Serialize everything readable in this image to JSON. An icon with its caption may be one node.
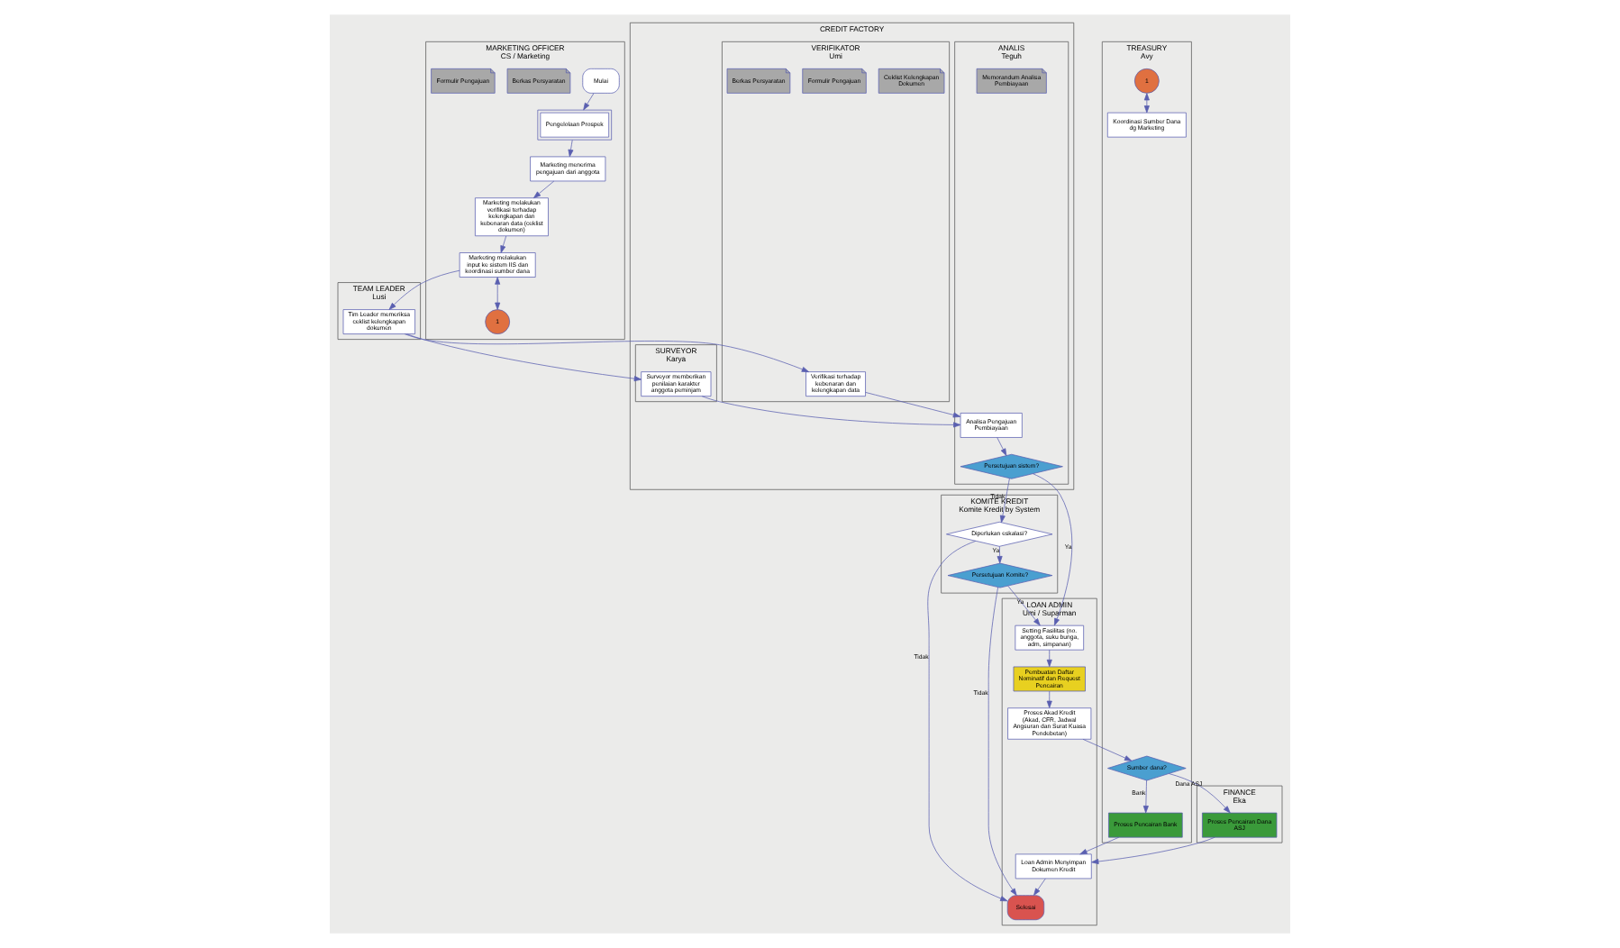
{
  "diagram": {
    "nodes": [
      {
        "text": [
          "MARKETING OFFICER",
          "CS / Marketing"
        ]
      },
      {
        "text": [
          "TEAM LEADER",
          "Lusi"
        ]
      },
      {
        "text": [
          "CREDIT FACTORY"
        ]
      },
      {
        "text": [
          "SURVEYOR",
          "Karya"
        ],
        "in": 2
      },
      {
        "text": [
          "VERIFIKATOR",
          "Umi"
        ],
        "in": 2
      },
      {
        "text": [
          "ANALIS",
          "Teguh"
        ],
        "in": 2
      },
      {
        "text": [
          "KOMITE KREDIT",
          "Komite Kredit by System"
        ]
      },
      {
        "text": [
          "LOAN ADMIN",
          "Umi / Suparman"
        ]
      },
      {
        "text": [
          "TREASURY",
          "Avy"
        ]
      },
      {
        "text": [
          "FINANCE",
          "Eka"
        ]
      },
      {
        "text": [
          "Mulai"
        ],
        "in": 0
      },
      {
        "text": [
          "Pengelolaan Prospek"
        ],
        "in": 0
      },
      {
        "text": [
          "Marketing menerima pengajuan dari anggota"
        ],
        "in": 0
      },
      {
        "text": [
          "Berkas Persyaratan"
        ],
        "in": 0
      },
      {
        "text": [
          "Formulir Pengajuan"
        ],
        "in": 0
      },
      {
        "text": [
          "Marketing melakukan verifikasi terhadap kelengkapan dan kebenaran data (ceklist dokumen)"
        ],
        "in": 0
      },
      {
        "text": [
          "Marketing melakukan input ke sistem IIS dan koordinasi sumber dana"
        ],
        "in": 0
      },
      {
        "text": [
          "1"
        ],
        "in": 0
      },
      {
        "text": [
          "Tim Leader memeriksa ceklist kelengkapan dokumen"
        ],
        "in": 1
      },
      {
        "text": [
          "Surveyor memberikan penilaian karakter anggota peminjam"
        ],
        "in": 3
      },
      {
        "text": [
          "Verifikasi terhadap kebenaran dan kelengkapan data"
        ],
        "in": 4
      },
      {
        "text": [
          "Ceklist Kelengkapan Dokumen"
        ],
        "in": 4
      },
      {
        "text": [
          "Formulir Pengajuan"
        ],
        "in": 4
      },
      {
        "text": [
          "Berkas Persyaratan"
        ],
        "in": 4
      },
      {
        "text": [
          "Analisa Pengajuan Pembiayaan"
        ],
        "in": 5
      },
      {
        "text": [
          "Persetujuan sistem?"
        ],
        "in": 5
      },
      {
        "text": [
          "Memorandum Analisa Pembiayaan"
        ],
        "in": 5
      },
      {
        "text": [
          "Diperlukan eskalasi?"
        ],
        "in": 6
      },
      {
        "text": [
          "Persetujuan Komite?"
        ],
        "in": 6
      },
      {
        "text": [
          "Selesai"
        ],
        "in": 7
      },
      {
        "text": [
          "Loan Admin Menyimpan Dokumen Kredit"
        ],
        "in": 7
      },
      {
        "text": [
          "Setting Fasilitas (no. anggota, suku bunga, adm, simpanan)"
        ],
        "in": 7
      },
      {
        "text": [
          "Pembuatan Daftar Nominatif dan Request Pencairan"
        ],
        "in": 7
      },
      {
        "text": [
          "Proses Akad Kredit (Akad, CFR, Jadwal Angsuran dan Surat Kuasa Pendebetan)"
        ],
        "in": 7
      },
      {
        "text": [
          "1"
        ],
        "in": 8
      },
      {
        "text": [
          "Koordinasi Sumber Dana dg Marketing"
        ],
        "in": 8
      },
      {
        "text": [
          "Proses Pencairan Bank"
        ],
        "in": 8
      },
      {
        "text": [
          "Sumber dana?"
        ],
        "in": 8
      },
      {
        "text": [
          "Proses Pencairan Dana ASJ"
        ],
        "in": 9
      }
    ],
    "edges": [
      {
        "from": 10,
        "to": 11,
        "arrow": "to"
      },
      {
        "from": 11,
        "to": 12,
        "arrow": "to"
      },
      {
        "from": 12,
        "to": 15,
        "arrow": "to"
      },
      {
        "from": 15,
        "to": 16,
        "arrow": "to"
      },
      {
        "from": 16,
        "to": 17,
        "arrow": "both"
      },
      {
        "from": 16,
        "to": 18,
        "arrow": "to"
      },
      {
        "from": 18,
        "to": 19,
        "arrow": "to"
      },
      {
        "from": 18,
        "to": 20,
        "arrow": "to"
      },
      {
        "from": 19,
        "to": 24,
        "arrow": "to"
      },
      {
        "from": 20,
        "to": 24,
        "arrow": "to"
      },
      {
        "from": 24,
        "to": 25,
        "arrow": "to"
      },
      {
        "from": 25,
        "to": 27,
        "label": "Tidak",
        "arrow": "to"
      },
      {
        "from": 25,
        "to": 31,
        "label": "Ya",
        "arrow": "to"
      },
      {
        "from": 27,
        "to": 29,
        "label": "Tidak",
        "arrow": "to"
      },
      {
        "from": 27,
        "to": 28,
        "label": "Ya",
        "arrow": "to"
      },
      {
        "from": 28,
        "to": 29,
        "label": "Tidak",
        "arrow": "to"
      },
      {
        "from": 28,
        "to": 31,
        "label": "Ya",
        "arrow": "to"
      },
      {
        "from": 31,
        "to": 32,
        "arrow": "to"
      },
      {
        "from": 32,
        "to": 33,
        "arrow": "to"
      },
      {
        "from": 33,
        "to": 37,
        "arrow": "to"
      },
      {
        "from": 37,
        "to": 36,
        "label": "Bank",
        "arrow": "to"
      },
      {
        "from": 37,
        "to": 38,
        "label": "Dana ASJ",
        "arrow": "to"
      },
      {
        "from": 36,
        "to": 30,
        "arrow": "to"
      },
      {
        "from": 38,
        "to": 30,
        "arrow": "to"
      },
      {
        "from": 30,
        "to": 29,
        "arrow": "to"
      },
      {
        "from": 34,
        "to": 35,
        "arrow": "both"
      }
    ]
  }
}
